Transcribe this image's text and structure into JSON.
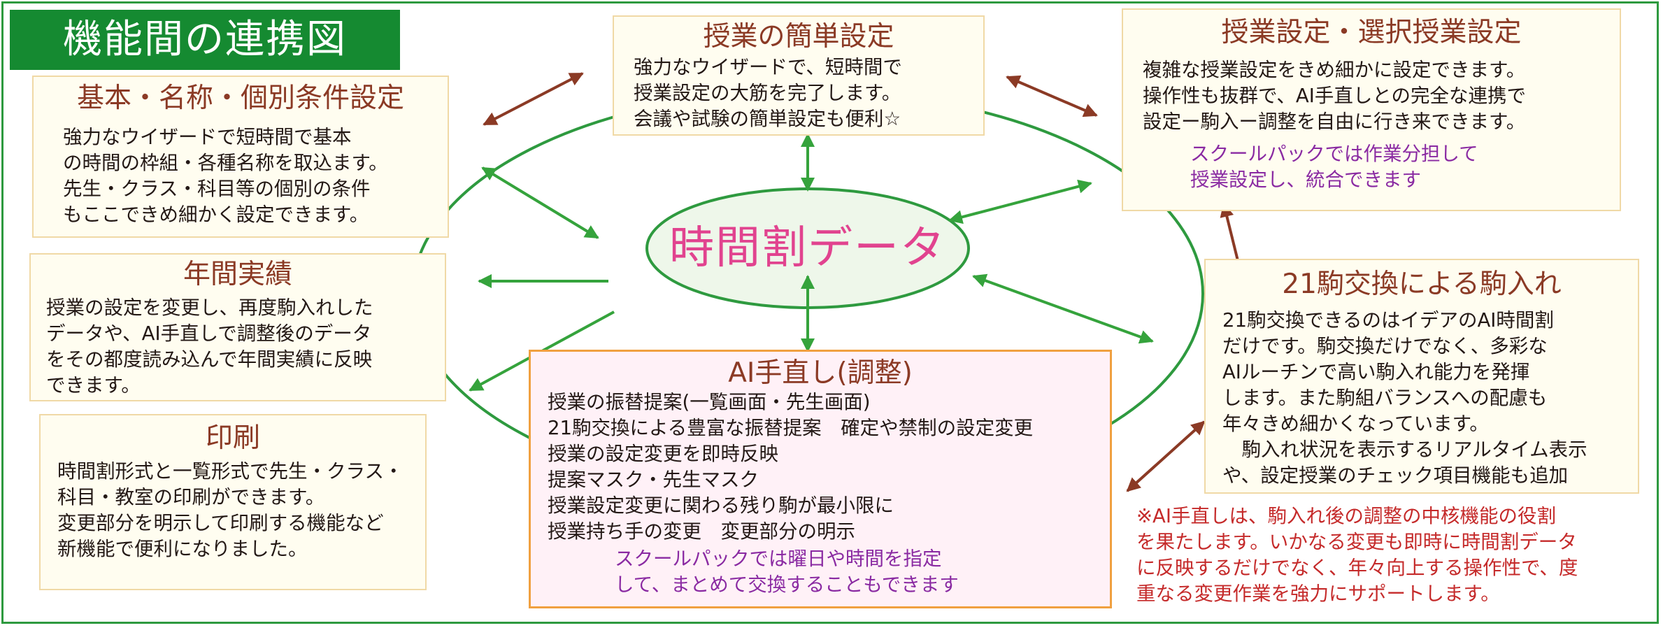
{
  "page_title": "機能間の連携図",
  "center": {
    "label": "時間割データ"
  },
  "boxes": {
    "simple": {
      "title": "授業の簡単設定",
      "lines": [
        "強力なウイザードで、短時間で",
        "授業設定の大筋を完了します。",
        "会議や試験の簡単設定も便利☆"
      ]
    },
    "basic": {
      "title": "基本・名称・個別条件設定",
      "lines": [
        "強力なウイザードで短時間で基本",
        "の時間の枠組・各種名称を取込ます。",
        "先生・クラス・科目等の個別の条件",
        "もここできめ細かく設定できます。"
      ]
    },
    "annual": {
      "title": "年間実績",
      "lines": [
        "授業の設定を変更し、再度駒入れした",
        "データや、AI手直しで調整後のデータ",
        "をその都度読み込んで年間実績に反映",
        "できます。"
      ]
    },
    "print": {
      "title": "印刷",
      "lines": [
        "時間割形式と一覧形式で先生・クラス・",
        "科目・教室の印刷ができます。",
        "変更部分を明示して印刷する機能など",
        "新機能で便利になりました。"
      ]
    },
    "lesson": {
      "title": "授業設定・選択授業設定",
      "lines": [
        "複雑な授業設定をきめ細かに設定できます。",
        "操作性も抜群で、AI手直しとの完全な連携で",
        "設定ー駒入ー調整を自由に行き来できます。"
      ],
      "note": [
        "スクールパックでは作業分担して",
        "授業設定し、統合できます"
      ]
    },
    "exchange": {
      "title": "21駒交換による駒入れ",
      "lines": [
        "21駒交換できるのはイデアのAI時間割",
        "だけです。駒交換だけでなく、多彩な",
        "AIルーチンで高い駒入れ能力を発揮",
        "します。また駒組バランスへの配慮も",
        "年々きめ細かくなっています。",
        "　駒入れ状況を表示するリアルタイム表示",
        "や、設定授業のチェック項目機能も追加"
      ]
    },
    "ai": {
      "title": "AI手直し(調整)",
      "lines": [
        "授業の振替提案(一覧画面・先生画面)",
        "21駒交換による豊富な振替提案　確定や禁制の設定変更",
        "授業の設定変更を即時反映",
        "提案マスク・先生マスク",
        "授業設定変更に関わる残り駒が最小限に",
        "授業持ち手の変更　変更部分の明示"
      ],
      "note": [
        "スクールパックでは曜日や時間を指定",
        "して、まとめて交換することもできます"
      ]
    }
  },
  "footnote": [
    "※AI手直しは、駒入れ後の調整の中核機能の役割",
    "を果たします。いかなる変更も即時に時間割データ",
    "に反映するだけでなく、年々向上する操作性で、度",
    "重なる変更作業を強力にサポートします。"
  ],
  "colors": {
    "frame_green": "#2e9a3f",
    "banner_green": "#158a31",
    "title_brown": "#8b3a25",
    "center_pink": "#e1438f",
    "note_purple": "#8a2aa2",
    "footnote_red": "#c52a2a",
    "arrow_green": "#35a33c",
    "arrow_brown": "#8b3a25",
    "ai_border": "#f0a040"
  }
}
